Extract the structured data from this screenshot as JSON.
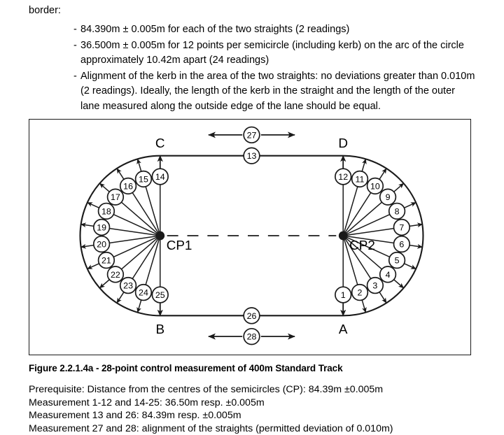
{
  "intro": {
    "lead": "border:",
    "bullets": [
      {
        "dash": "-",
        "text": "84.390m ± 0.005m for each of the two straights (2 readings)"
      },
      {
        "dash": "-",
        "text": "36.500m ± 0.005m for 12 points per semicircle (including kerb) on the arc of the circle approximately 10.42m apart (24 readings)"
      },
      {
        "dash": "-",
        "text": "Alignment of the kerb in the area of the two straights: no deviations greater than 0.010m (2 readings). Ideally, the length of the kerb in the straight and the length of the outer lane measured along the outside edge of the lane should be equal."
      }
    ]
  },
  "figure": {
    "caption": "Figure 2.2.1.4a - 28-point control measurement of 400m Standard Track",
    "centers": [
      {
        "id": "cp1",
        "label": "CP1"
      },
      {
        "id": "cp2",
        "label": "CP2"
      }
    ],
    "corner_labels": [
      {
        "id": "c",
        "label": "C"
      },
      {
        "id": "d",
        "label": "D"
      },
      {
        "id": "b",
        "label": "B"
      },
      {
        "id": "a",
        "label": "A"
      }
    ],
    "right_arc_points": [
      "1",
      "2",
      "3",
      "4",
      "5",
      "6",
      "7",
      "8",
      "9",
      "10",
      "11",
      "12"
    ],
    "left_arc_points": [
      "14",
      "15",
      "16",
      "17",
      "18",
      "19",
      "20",
      "21",
      "22",
      "23",
      "24",
      "25"
    ],
    "straight_points": [
      {
        "id": "p13",
        "label": "13"
      },
      {
        "id": "p26",
        "label": "26"
      }
    ],
    "alignment_points": [
      {
        "id": "p27",
        "label": "27"
      },
      {
        "id": "p28",
        "label": "28"
      }
    ],
    "stroke_color": "#1a1a1a"
  },
  "notes": [
    "Prerequisite: Distance from the centres of the semicircles (CP): 84.39m ±0.005m",
    "Measurement 1-12 and 14-25: 36.50m resp. ±0.005m",
    "Measurement 13 and 26: 84.39m resp. ±0.005m",
    "Measurement 27 and 28: alignment of the straights (permitted deviation of 0.010m)"
  ]
}
